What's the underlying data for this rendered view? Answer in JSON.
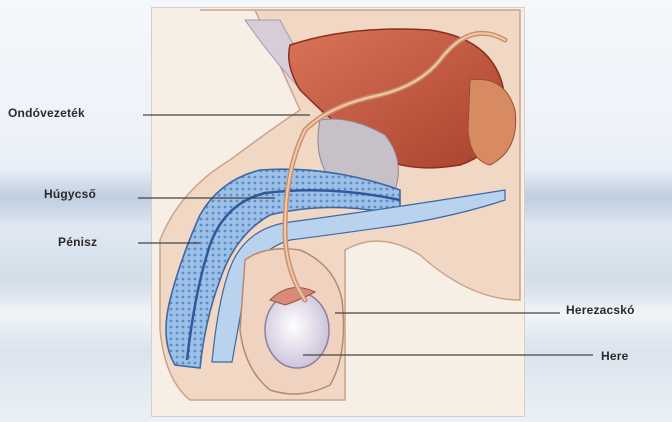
{
  "labels": {
    "vas_deferens": "Ondóvezeték",
    "urethra": "Húgycső",
    "penis": "Pénisz",
    "scrotum": "Herezacskó",
    "testis": "Here"
  },
  "colors": {
    "muscle": "#c9543b",
    "skin": "#f3dcc8",
    "urethra_blue": "#5a86c0",
    "testis": "#e9e4f2",
    "leader_line": "#444444"
  }
}
